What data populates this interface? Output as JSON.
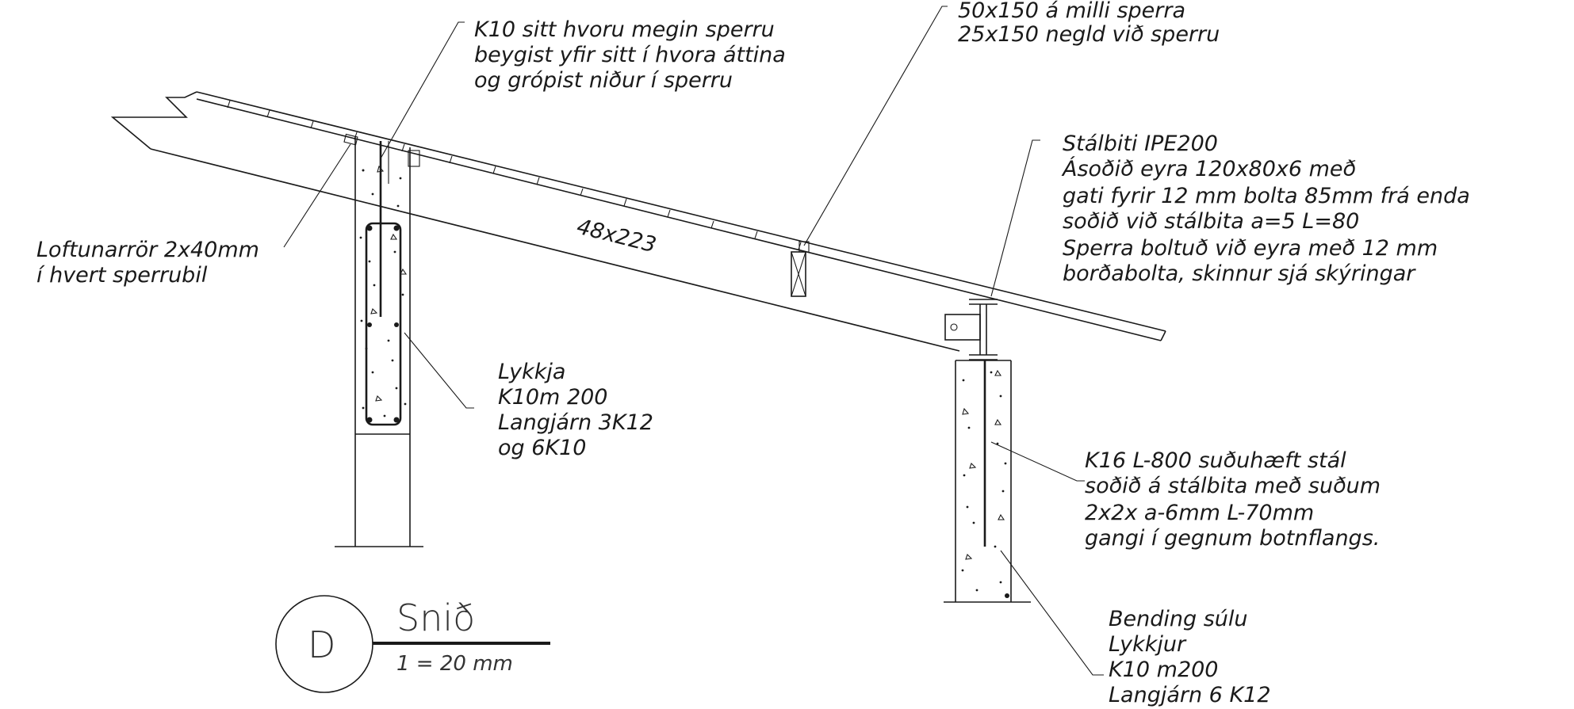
{
  "notes": {
    "k10": [
      "K10 sitt hvoru megin sperru",
      "beygist yfir sitt í hvora áttina",
      "og grópist niður í sperru"
    ],
    "timber": [
      "50x150 á milli sperra",
      "25x150 negld við sperru"
    ],
    "vent": [
      "Loftunarrör 2x40mm",
      "í hvert sperrubil"
    ],
    "rafter_size": "48x223",
    "steel": [
      "Stálbiti IPE200",
      "Ásoðið eyra 120x80x6 með",
      "gati fyrir 12 mm bolta 85mm frá enda",
      "soðið við stálbita a=5 L=80",
      "Sperra boltuð við eyra með 12 mm",
      "borðabolta, skinnur sjá skýringar"
    ],
    "lykkja": [
      "Lykkja",
      "K10m 200",
      "Langjárn 3K12",
      "og 6K10"
    ],
    "k16": [
      "K16 L-800 suðuhæft stál",
      "soðið á stálbita með suðum",
      "2x2x a-6mm L-70mm",
      "gangi í gegnum botnflangs."
    ],
    "bending": [
      "Bending súlu",
      "Lykkjur",
      "K10 m200",
      "Langjárn 6 K12"
    ]
  },
  "section": {
    "letter": "D",
    "title": "Snið",
    "scale": "1 = 20 mm"
  }
}
